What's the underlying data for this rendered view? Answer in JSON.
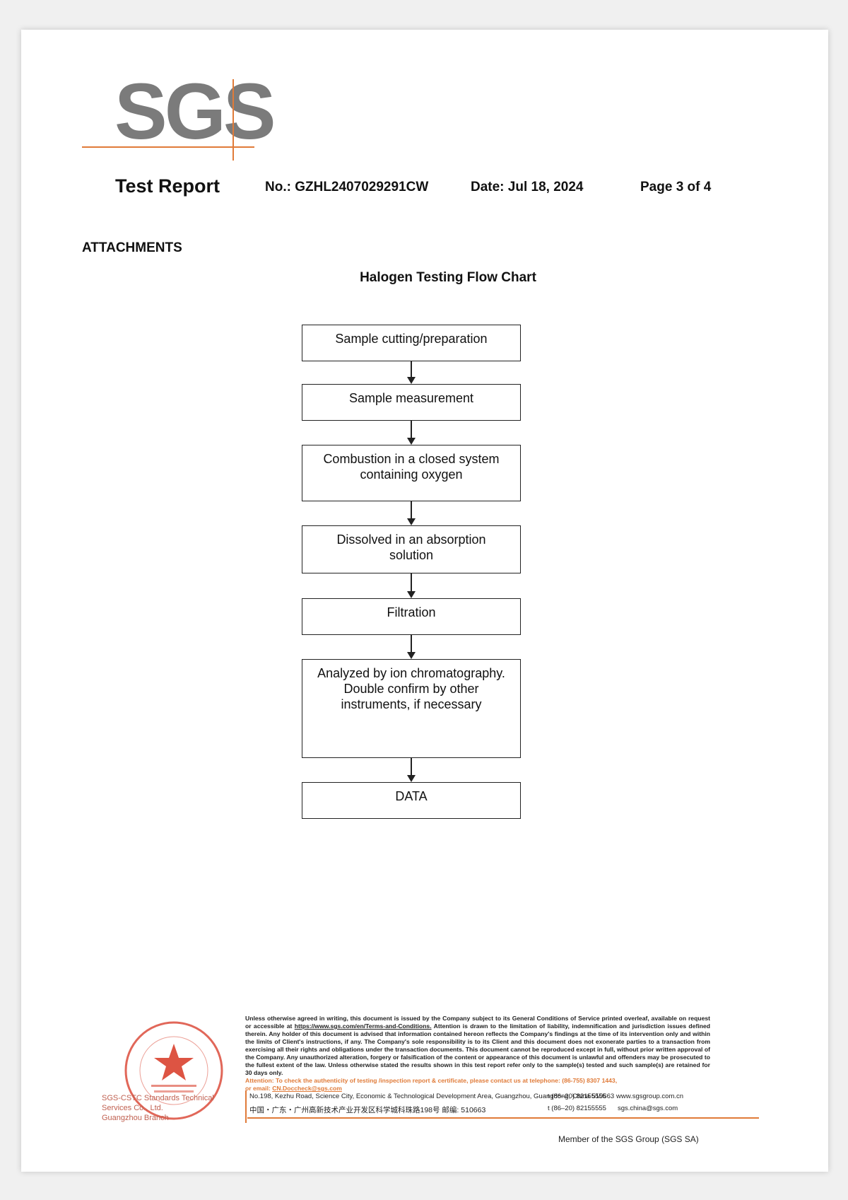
{
  "logo": {
    "text": "SGS"
  },
  "header": {
    "title": "Test Report",
    "report_no": "No.: GZHL2407029291CW",
    "date": "Date:  Jul 18, 2024",
    "page": "Page 3 of 4"
  },
  "section": {
    "attachments": "ATTACHMENTS"
  },
  "flowchart": {
    "title": "Halogen Testing Flow Chart",
    "steps": [
      "Sample cutting/preparation",
      "Sample measurement",
      "Combustion in a closed system containing oxygen",
      "Dissolved in an absorption solution",
      "Filtration",
      "Analyzed by ion chromatography. Double confirm by other instruments, if necessary",
      "DATA"
    ]
  },
  "footer": {
    "legal_1": "Unless otherwise agreed in writing, this document is issued by the Company subject to its General Conditions of Service printed overleaf, available on request or accessible at ",
    "legal_link": "https://www.sgs.com/en/Terms-and-Conditions.",
    "legal_2": " Attention is drawn to the limitation of liability, indemnification and jurisdiction issues defined therein. Any holder of this document is advised that information contained hereon reflects the Company's findings at the time of its intervention only and within the limits of Client's instructions, if any. The Company's sole responsibility is to its Client and this document does not exonerate parties to a transaction from exercising all their rights and obligations under the transaction documents. This document cannot be reproduced except in full, without prior written approval of the Company. Any unauthorized alteration, forgery or falsification of the content or appearance of this document is unlawful and offenders may be prosecuted to the fullest extent of the law. Unless otherwise stated the results shown in this test report refer only to the sample(s) tested and such sample(s) are retained for 30 days only.",
    "attention_1": "Attention: To check the authenticity of testing /inspection report & certificate, please contact us at telephone: (86-755) 8307 1443,",
    "attention_2": "or email: ",
    "attention_email": "CN.Doccheck@sgs.com",
    "address_en": "No.198, Kezhu Road, Science City, Economic & Technological Development Area, Guangzhou, Guangdong, China  510663",
    "address_cn": "中国・广东・广州高新技术产业开发区科学城科珠路198号  邮编: 510663",
    "tel_1": "t (86–20) 82155555",
    "tel_2": "t (86–20) 82155555",
    "web": "www.sgsgroup.com.cn",
    "email": "sgs.china@sgs.com",
    "member": "Member of the SGS Group (SGS SA)",
    "seal_caption_1": "SGS-CSTC Standards Technical Services Co., Ltd.",
    "seal_caption_2": "Guangzhou Branch"
  },
  "colors": {
    "accent": "#e07b39",
    "logo_gray": "#7b7b7b",
    "seal_red": "#d9412f"
  }
}
